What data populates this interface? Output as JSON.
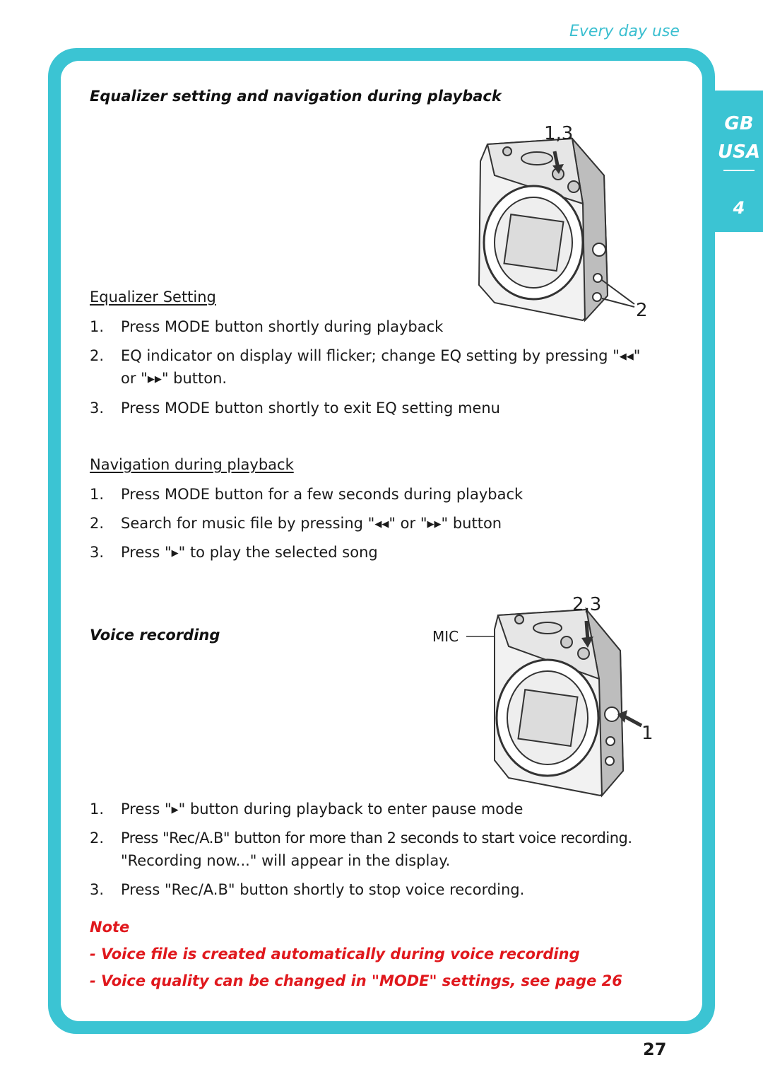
{
  "header": {
    "section": "Every day use"
  },
  "side_tab": {
    "line1": "GB",
    "line2": "USA",
    "chapter": "4"
  },
  "equalizer_nav": {
    "title": "Equalizer setting and navigation during playback",
    "figure": {
      "label_top": "1,3",
      "label_side": "2"
    },
    "eq": {
      "title": "Equalizer Setting",
      "steps": [
        {
          "n": "1.",
          "text": "Press MODE button shortly during playback"
        },
        {
          "n": "2.",
          "pre": "EQ indicator on display will flicker; change EQ setting by pressing \"",
          "glyph": "◀◀",
          "post": "\"",
          "line2_pre": "or \"",
          "line2_glyph": "▶▶",
          "line2_post": "\" button."
        },
        {
          "n": "3.",
          "text": "Press MODE button shortly to exit EQ setting menu"
        }
      ]
    },
    "nav": {
      "title": "Navigation during playback",
      "steps": [
        {
          "n": "1.",
          "text": "Press MODE button for a few seconds during playback"
        },
        {
          "n": "2.",
          "pre": "Search for music file by pressing \"",
          "glyph1": "◀◀",
          "mid": "\" or \"",
          "glyph2": "▶▶",
          "post": "\" button"
        },
        {
          "n": "3.",
          "pre": "Press \"",
          "glyph": "▶",
          "post": "\" to play the selected song"
        }
      ]
    }
  },
  "voice": {
    "title": "Voice recording",
    "figure": {
      "mic_label": "MIC",
      "label_top": "2,3",
      "label_side": "1"
    },
    "steps": [
      {
        "n": "1.",
        "pre": "Press \"",
        "glyph": "▶",
        "post": "\" button during playback to enter pause mode"
      },
      {
        "n": "2.",
        "text": "Press \"Rec/A.B\" button for more than 2 seconds to start voice recording.",
        "line2": "\"Recording now...\" will appear in the display."
      },
      {
        "n": "3.",
        "text": "Press \"Rec/A.B\" button shortly to stop voice recording."
      }
    ]
  },
  "note": {
    "label": "Note",
    "items": [
      "- Voice file is created automatically during voice recording",
      "- Voice quality can be changed in \"MODE\" settings, see page 26"
    ]
  },
  "footer": {
    "page_number": "27"
  },
  "colors": {
    "frame": "#3bc4d3",
    "note_red": "#e0181d",
    "header_cyan": "#3bbfd0"
  }
}
